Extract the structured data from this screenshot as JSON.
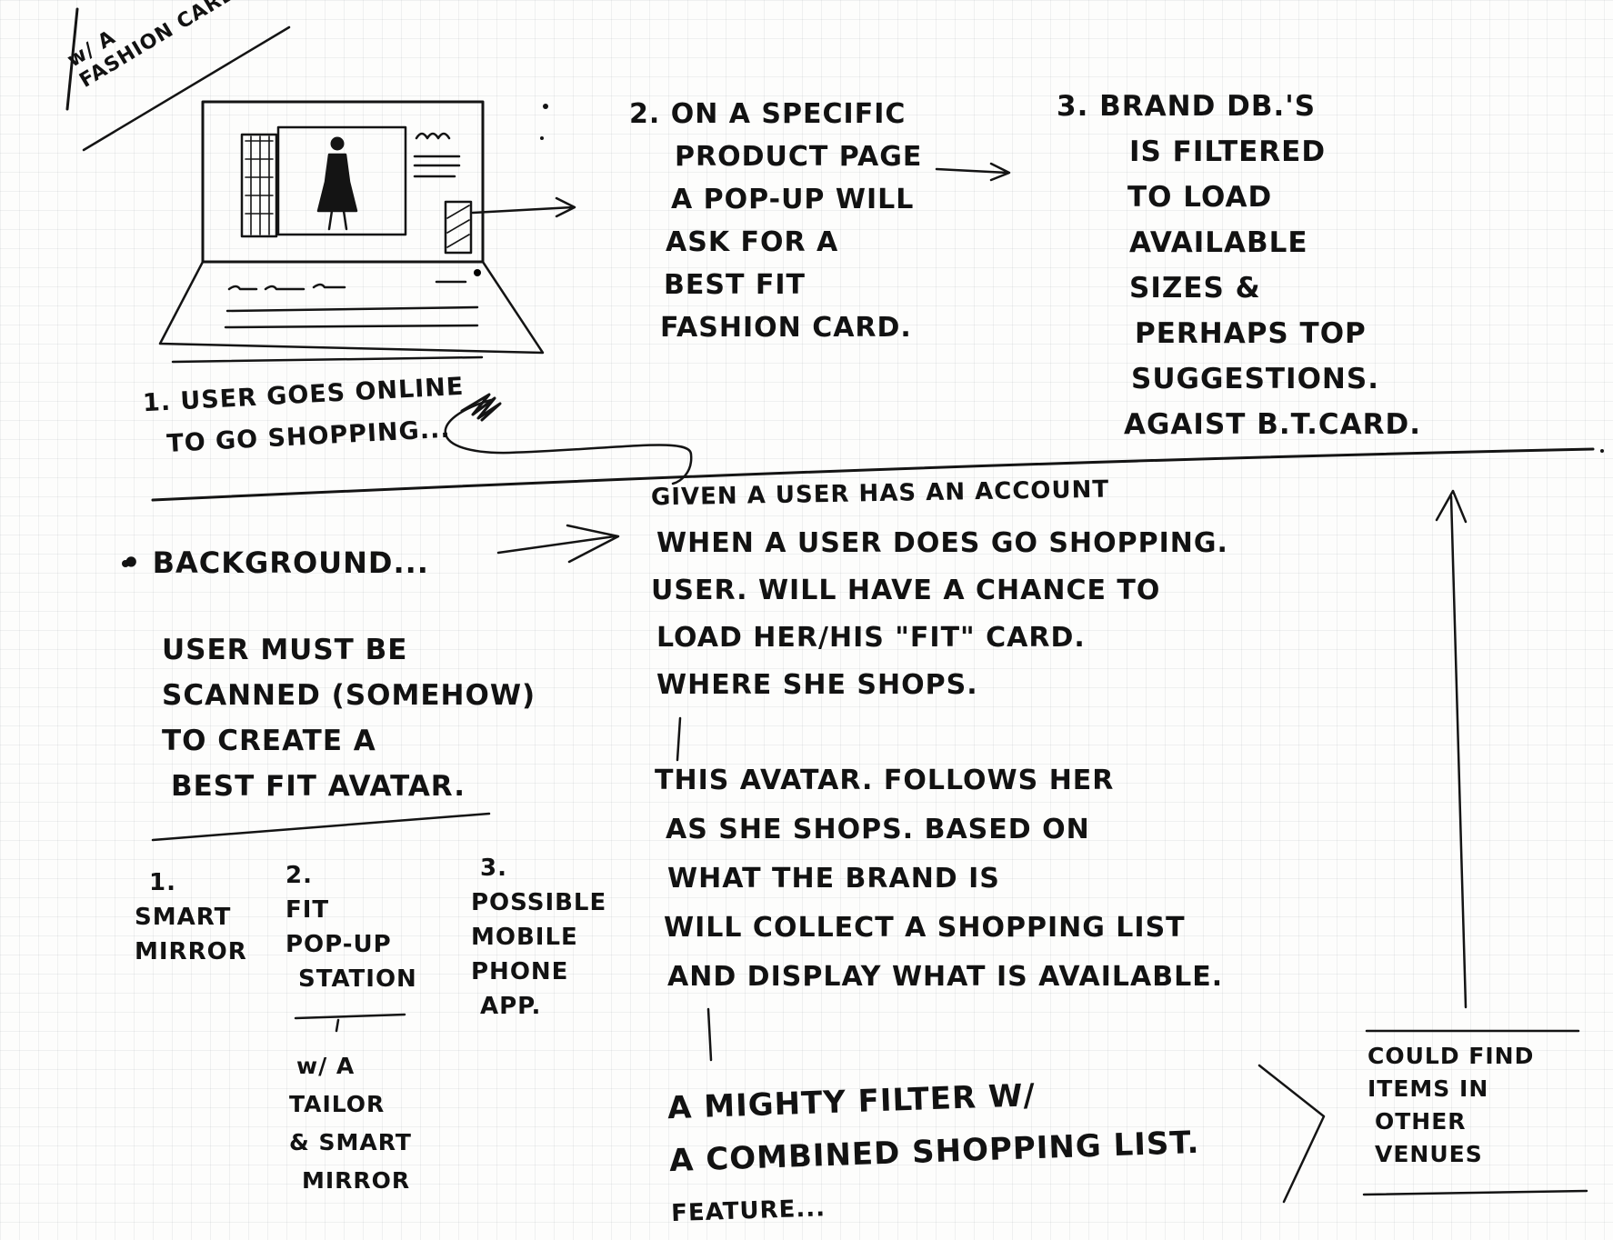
{
  "corner_note": [
    "w/ A",
    "FASHION CARD"
  ],
  "steps_top": {
    "step1": [
      "1. USER GOES ONLINE",
      "TO GO SHOPPING..."
    ],
    "step2": [
      "2. ON A SPECIFIC",
      "PRODUCT PAGE",
      "A POP-UP WILL",
      "ASK FOR A",
      "BEST FIT",
      "FASHION CARD."
    ],
    "step3": [
      "3.  BRAND DB.'S",
      "IS FILTERED",
      "TO LOAD",
      "AVAILABLE",
      "SIZES &",
      "PERHAPS TOP",
      "SUGGESTIONS.",
      "AGAIST B.T.CARD."
    ]
  },
  "background": {
    "heading": "• BACKGROUND...",
    "body": [
      "USER MUST BE",
      "SCANNED (SOMEHOW)",
      "TO CREATE A",
      "BEST FIT AVATAR."
    ]
  },
  "options": [
    {
      "num": "1.",
      "lines": [
        "SMART",
        "MIRROR"
      ]
    },
    {
      "num": "2.",
      "lines": [
        "FIT",
        "POP-UP",
        "STATION"
      ]
    },
    {
      "num": "3.",
      "lines": [
        "POSSIBLE",
        "MOBILE",
        "PHONE",
        "APP."
      ]
    }
  ],
  "option2_sub": [
    "w/ A",
    "TAILOR",
    "& SMART",
    "MIRROR"
  ],
  "scenario": {
    "given": "GIVEN A USER HAS AN ACCOUNT",
    "when_lines": [
      "WHEN A USER DOES GO SHOPPING.",
      "USER. WILL HAVE A CHANCE TO",
      "LOAD HER/HIS \"FIT\" CARD.",
      "WHERE SHE SHOPS."
    ],
    "avatar_lines": [
      "THIS AVATAR. FOLLOWS HER",
      "AS SHE SHOPS. BASED ON",
      "WHAT THE BRAND IS",
      "WILL COLLECT A SHOPPING LIST",
      "AND DISPLAY WHAT IS AVAILABLE."
    ],
    "filter_lines": [
      "A MIGHTY FILTER W/",
      "A COMBINED SHOPPING LIST.",
      "FEATURE..."
    ]
  },
  "venues": [
    "COULD FIND",
    "ITEMS IN",
    "OTHER",
    "VENUES"
  ],
  "colors": {
    "ink": "#141414",
    "paper": "#fdfdfc",
    "grid": "#c9ced3"
  }
}
